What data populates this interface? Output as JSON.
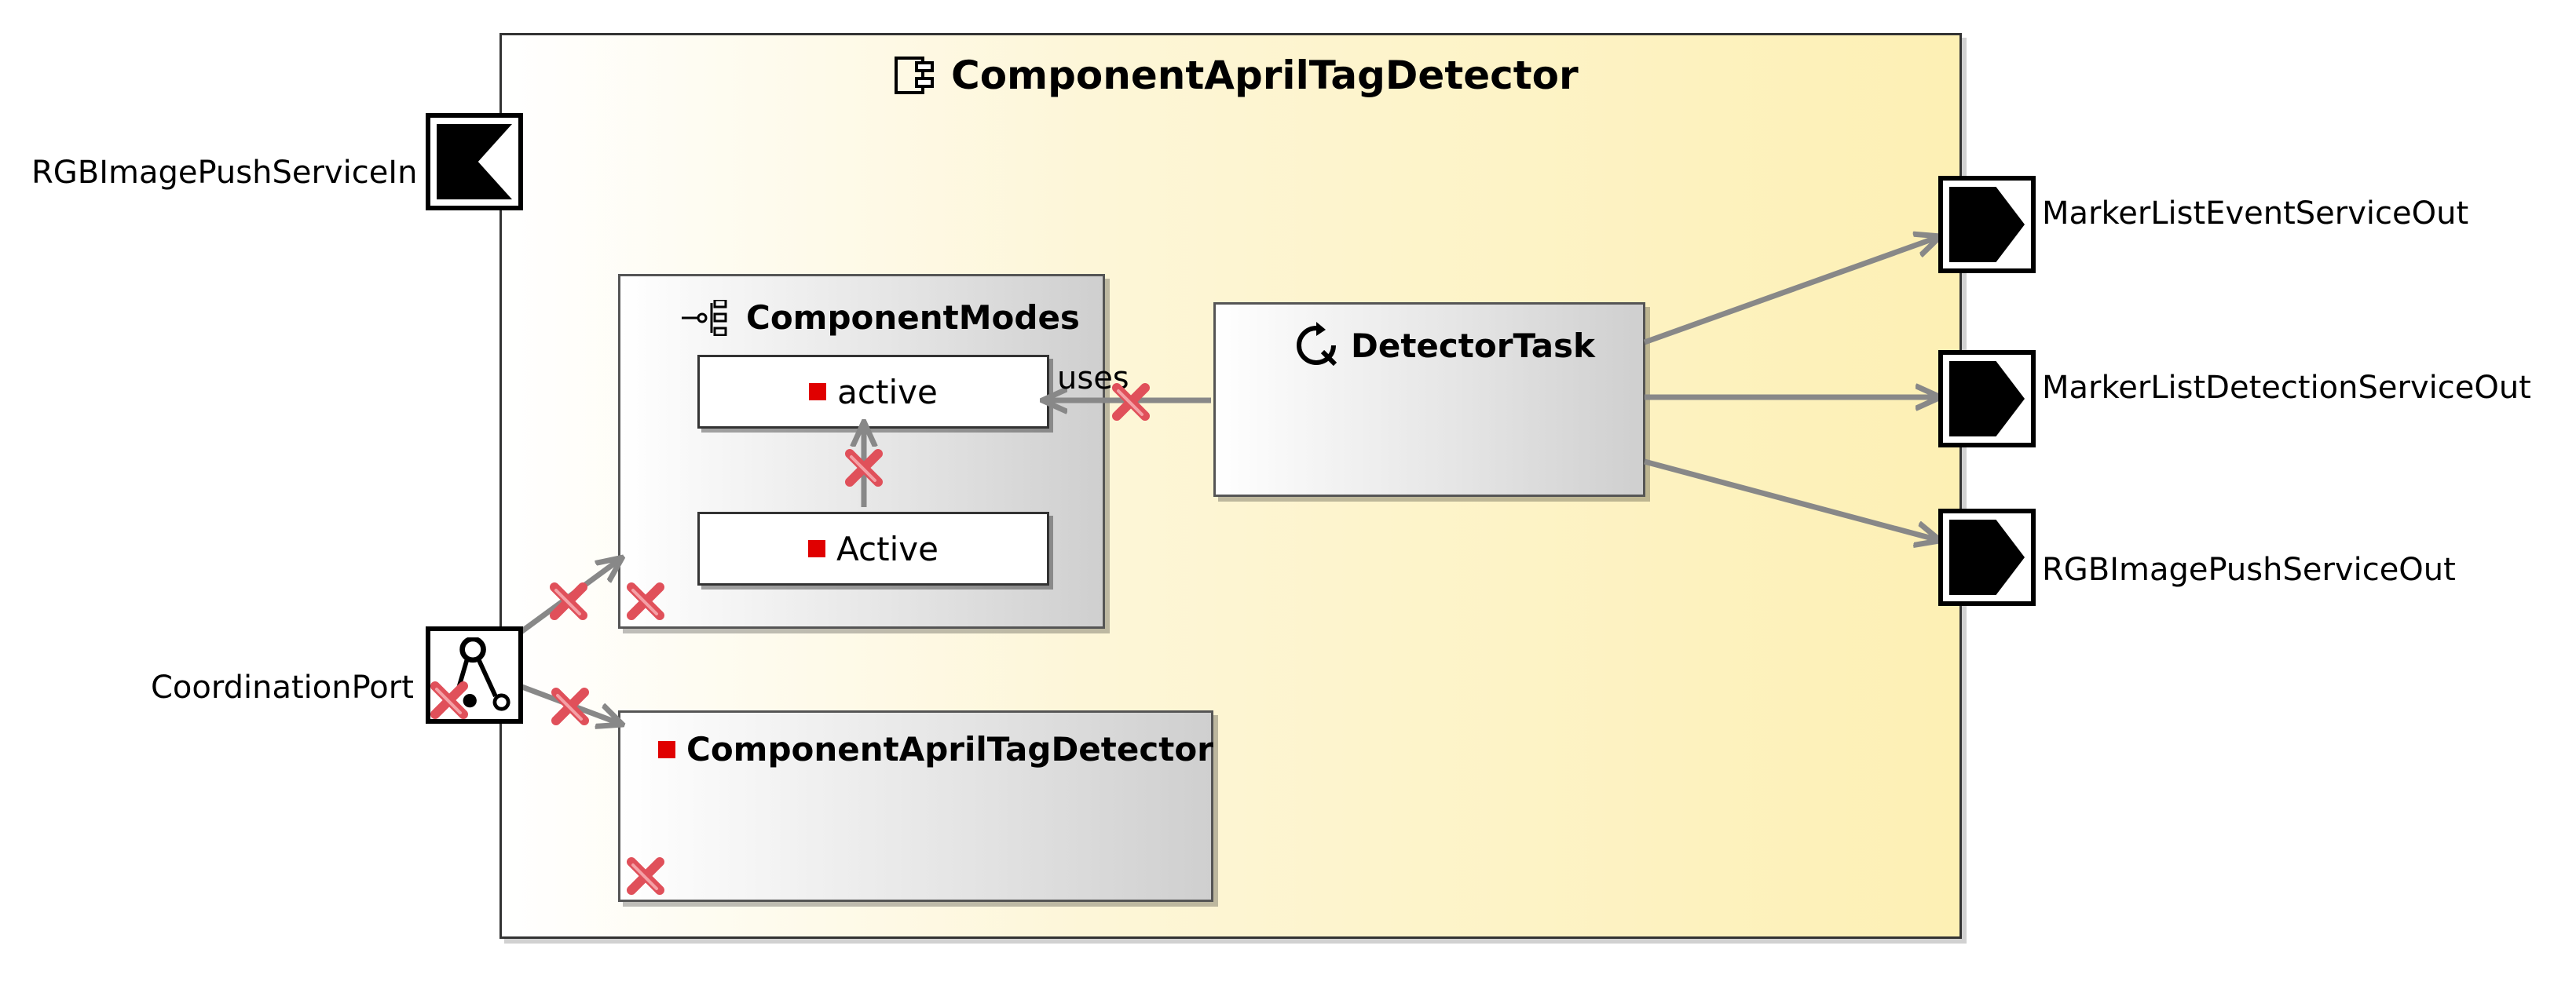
{
  "component": {
    "title": "ComponentAprilTagDetector"
  },
  "ports_in": {
    "rgb_image_push_in": "RGBImagePushServiceIn",
    "coordination_port": "CoordinationPort"
  },
  "ports_out": {
    "marker_list_event_out": "MarkerListEventServiceOut",
    "marker_list_detection_out": "MarkerListDetectionServiceOut",
    "rgb_image_push_out": "RGBImagePushServiceOut"
  },
  "component_modes": {
    "title": "ComponentModes",
    "mode_1": "active",
    "mode_2": "Active"
  },
  "detector_task": {
    "title": "DetectorTask",
    "edge_label": "uses"
  },
  "inner_component": {
    "title": "ComponentAprilTagDetector"
  },
  "colors": {
    "component_fill": "#fdf0b4",
    "arrow": "#888888",
    "mode_marker": "#e00000",
    "error_mark": "#e0505a"
  },
  "icons": {
    "component": "component-icon",
    "modes": "modes-tree-icon",
    "task": "task-loop-icon",
    "coordination": "coordination-port-icon",
    "error": "error-x-icon"
  }
}
